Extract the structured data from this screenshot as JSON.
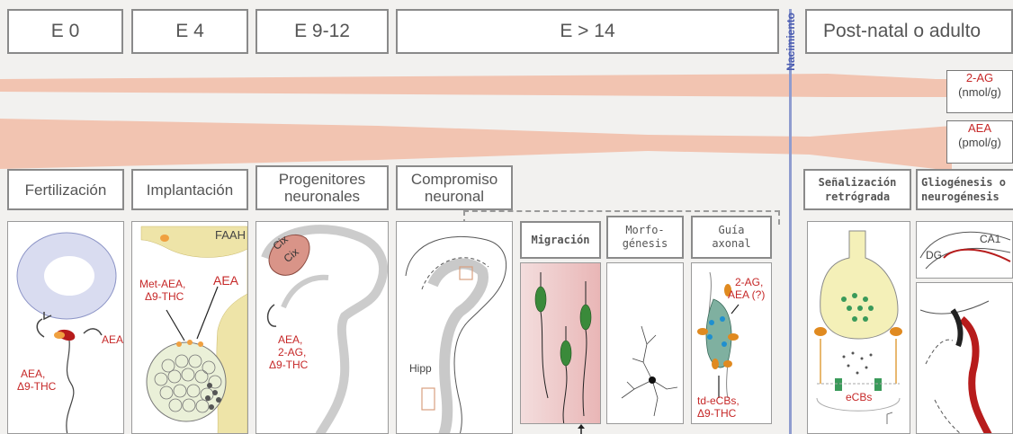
{
  "stages": [
    "E 0",
    "E 4",
    "E 9-12",
    "E > 14",
    "Post-natal o adulto"
  ],
  "birth_label": "Nacimiento",
  "concentrations": {
    "ag_name": "2-AG",
    "ag_unit": "(nmol/g)",
    "aea_name": "AEA",
    "aea_unit": "(pmol/g)"
  },
  "processes": {
    "fertilizacion": "Fertilización",
    "implantacion": "Implantación",
    "progenitores_1": "Progenitores",
    "progenitores_2": "neuronales",
    "compromiso_1": "Compromiso",
    "compromiso_2": "neuronal",
    "senalizacion_1": "Señalización",
    "senalizacion_2": "retrógrada",
    "gliogenesis_1": "Gliogénesis o",
    "gliogenesis_2": "neurogénesis"
  },
  "subprocesses": {
    "migracion": "Migración",
    "morfo_1": "Morfo-",
    "morfo_2": "génesis",
    "guia_1": "Guía",
    "guia_2": "axonal"
  },
  "labels": {
    "fert_aea": "AEA",
    "fert_aea2": "AEA,",
    "fert_thc": "Δ9-THC",
    "faah": "FAAH",
    "met_aea": "Met-AEA,",
    "met_thc": "Δ9-THC",
    "impl_aea": "AEA",
    "cix1": "Cix",
    "cix2": "Cix",
    "prog_aea": "AEA,",
    "prog_2ag": "2-AG,",
    "prog_thc": "Δ9-THC",
    "hipp": "Hipp",
    "guia_2ag": "2-AG,",
    "guia_aea": "AEA (?)",
    "td_ecbs": "td-eCBs,",
    "td_thc": "Δ9-THC",
    "ecbs": "eCBs",
    "ca1": "CA1",
    "dg": "DG"
  }
}
